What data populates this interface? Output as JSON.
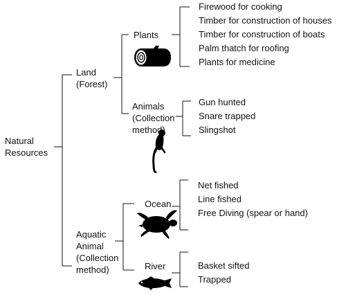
{
  "root": {
    "lines": [
      "Natural",
      "Resources"
    ]
  },
  "land": {
    "lines": [
      "Land",
      "(Forest)"
    ],
    "plants": {
      "label": "Plants",
      "icon": "log-icon",
      "items": [
        "Firewood for cooking",
        "Timber for construction of houses",
        "Timber for construction of boats",
        "Palm thatch for roofing",
        "Plants for medicine"
      ]
    },
    "animals": {
      "lines": [
        "Animals",
        "(Collection",
        "method)"
      ],
      "icon": "monkey-icon",
      "items": [
        "Gun hunted",
        "Snare trapped",
        "Slingshot"
      ]
    }
  },
  "aquatic": {
    "lines": [
      "Aquatic",
      "Animal",
      "(Collection",
      "method)"
    ],
    "ocean": {
      "label": "Ocean",
      "icon": "sea-turtle-icon",
      "items": [
        "Net fished",
        "Line fished",
        "Free Diving (spear or hand)"
      ]
    },
    "river": {
      "label": "River",
      "icon": "fish-icon",
      "items": [
        "Basket sifted",
        "Trapped"
      ]
    }
  },
  "colors": {
    "line": "#111111",
    "text": "#111111",
    "silhouette": "#000000"
  }
}
